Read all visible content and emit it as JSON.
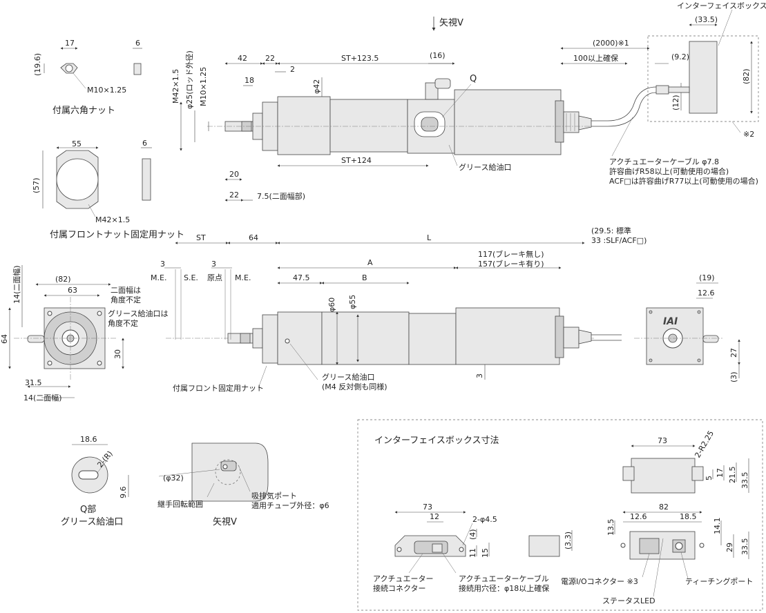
{
  "view_arrow": "矢視V",
  "hex_nut": {
    "title": "付属六角ナット",
    "w": "17",
    "t": "6",
    "h": "(19.6)",
    "thread": "M10×1.25"
  },
  "front_nut": {
    "title": "付属フロントナット固定用ナット",
    "w": "55",
    "t": "6",
    "h": "(57)",
    "thread": "M42×1.5"
  },
  "top": {
    "d42": "42",
    "d22": "22",
    "d18": "18",
    "d2": "2",
    "st1235": "ST+123.5",
    "d16": "(16)",
    "q": "Q",
    "phi42": "φ42",
    "st124": "ST+124",
    "d20": "20",
    "d22b": "22",
    "d75": "7.5(二面幅部)",
    "m42": "M42×1.5",
    "phi25": "φ25(ロッド外径)",
    "m10": "M10×1.25",
    "grease": "グリース給油口",
    "cable2000": "(2000)※1",
    "d100": "100以上確保",
    "d92": "(9.2)",
    "d12": "(12)",
    "cable1": "アクチュエーターケーブル φ7.8",
    "cable2": "許容曲げR58以上(可動使用の場合)",
    "cable3": "ACF□は許容曲げR77以上(可動使用の場合)"
  },
  "ibox": {
    "title": "インターフェイスボックス",
    "w": "(33.5)",
    "h": "(82)",
    "note": "※2"
  },
  "side": {
    "st": "ST",
    "d64": "64",
    "l": "L",
    "std": "(29.5:  標準",
    "std2": "33 :SLF/ACF□)",
    "d3a": "3",
    "d3b": "3",
    "me1": "M.E.",
    "se": "S.E.",
    "origin": "原点",
    "me2": "M.E.",
    "a": "A",
    "brk1": "117(ブレーキ無し)",
    "brk2": "157(ブレーキ有り)",
    "d475": "47.5",
    "b": "B",
    "phi60": "φ60",
    "phi55": "φ55",
    "d3c": "3",
    "nut": "付属フロント固定用ナット",
    "grease1": "グリース給油口",
    "grease2": "(M4 反対側も同様)"
  },
  "front": {
    "d14a": "14(二面幅)",
    "d82": "(82)",
    "d63": "63",
    "note1a": "二面幅は",
    "note1b": "角度不定",
    "note2a": "グリース給油口は",
    "note2b": "角度不定",
    "d64": "64",
    "d30": "30",
    "d315": "31.5",
    "d14b": "14(二面幅)"
  },
  "rear": {
    "d19": "(19)",
    "d126": "12.6",
    "d27": "27",
    "d3": "(3)",
    "logo": "IAI"
  },
  "qpart": {
    "d186": "18.6",
    "r2": "2-(R)",
    "d96": "9.6",
    "label1": "Q部",
    "label2": "グリース給油口"
  },
  "viewv": {
    "d32": "(φ32)",
    "range": "継手回転範囲",
    "port1": "吸排気ポート",
    "port2": "適用チューブ外径：φ6",
    "label": "矢視V"
  },
  "ifbox": {
    "title": "インターフェイスボックス寸法",
    "d73a": "73",
    "r225": "2-R2.25",
    "d5": "5",
    "d17": "17",
    "d215": "21.5",
    "d335a": "33.5",
    "d73b": "73",
    "d12": "12",
    "hole": "2-φ4.5",
    "d4": "(4)",
    "d11": "11",
    "d15": "15",
    "d33": "(3.3)",
    "d82": "82",
    "d126": "12.6",
    "d185": "18.5",
    "d135": "13.5",
    "d141": "14.1",
    "d29": "29",
    "d335b": "33.5",
    "conn1": "アクチュエーター",
    "conn2": "接続コネクター",
    "cab1": "アクチュエーターケーブル",
    "cab2": "接続用穴径：φ18以上確保",
    "power": "電源I/Oコネクター ※3",
    "status": "ステータスLED",
    "teach": "ティーチングポート"
  }
}
